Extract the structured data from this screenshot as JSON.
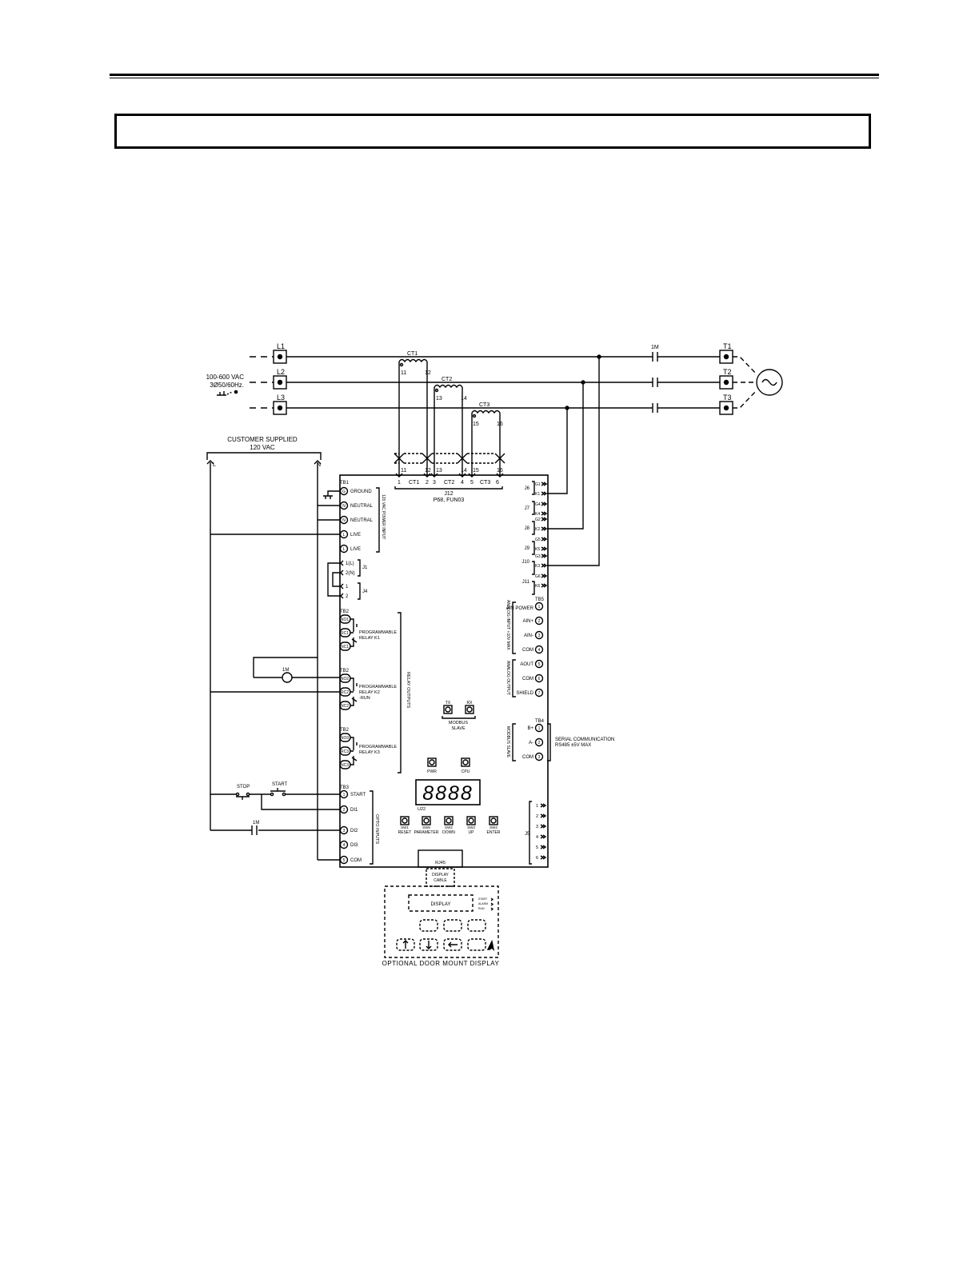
{
  "header": {
    "title_box_text": ""
  },
  "supply": {
    "lines": [
      "L1",
      "L2",
      "L3"
    ],
    "voltage": "100-600 VAC",
    "frequency": "3Ø50/60Hz.",
    "customer_supplied": "CUSTOMER SUPPLIED",
    "customer_voltage": "120 VAC",
    "live_label": "L",
    "neutral_label": "N"
  },
  "motor": {
    "terminals": [
      "T1",
      "T2",
      "T3"
    ],
    "contactor": "1M"
  },
  "cts": {
    "names": [
      "CT1",
      "CT2",
      "CT3"
    ],
    "upper_pins": [
      [
        "11",
        "12"
      ],
      [
        "13",
        "14"
      ],
      [
        "15",
        "16"
      ]
    ],
    "j12_pins": [
      "11",
      "12",
      "13",
      "14",
      "15",
      "16"
    ],
    "j12_numbers": [
      "1",
      "2",
      "3",
      "4",
      "5",
      "6"
    ],
    "j12_names": [
      "CT1",
      "CT2",
      "CT3"
    ],
    "j12_label": "J12",
    "j12_sub": "P68, FUN03"
  },
  "tb1": {
    "label": "TB1",
    "terminals": [
      {
        "sym": "G",
        "name": "GROUND"
      },
      {
        "sym": "N",
        "name": "NEUTRAL"
      },
      {
        "sym": "N",
        "name": "NEUTRAL"
      },
      {
        "sym": "L",
        "name": "LIVE"
      },
      {
        "sym": "L",
        "name": "LIVE"
      }
    ],
    "group": "120 VAC POWER INPUT"
  },
  "jumpers": {
    "j1": "J1",
    "j1_pins": [
      "1(L)",
      "2(N)"
    ],
    "j4": "J4",
    "j4_pins": [
      "1",
      "2"
    ]
  },
  "relays": {
    "tb2": "TB2",
    "group": "RELAY OUTPUTS",
    "blocks": [
      {
        "terms": [
          "NO1",
          "RC1",
          "NC1"
        ],
        "l1": "PROGRAMMABLE",
        "l2": "RELAY K1",
        "l3": ""
      },
      {
        "terms": [
          "NO2",
          "RC2",
          "NC2"
        ],
        "l1": "PROGRAMMABLE",
        "l2": "RELAY K2",
        "l3": "-RUN"
      },
      {
        "terms": [
          "NO3",
          "RC3",
          "NC3"
        ],
        "l1": "PROGRAMMABLE",
        "l2": "RELAY K3",
        "l3": ""
      }
    ],
    "coil": "1M"
  },
  "tb3": {
    "label": "TB3",
    "terminals": [
      {
        "num": "1",
        "name": "START"
      },
      {
        "num": "2",
        "name": "DI1"
      },
      {
        "num": "3",
        "name": "DI2"
      },
      {
        "num": "4",
        "name": "DI3"
      },
      {
        "num": "5",
        "name": "COM"
      }
    ],
    "group": "OPTO INPUTS",
    "stop": "STOP",
    "start": "START",
    "contact": "1M"
  },
  "ct_jacks": {
    "names": [
      "J6",
      "J7",
      "J8",
      "J9",
      "J10",
      "J11"
    ],
    "pins": [
      "G1",
      "K1",
      "G4",
      "K4",
      "G2",
      "K2",
      "G5",
      "K5",
      "G3",
      "K3",
      "G6",
      "K6"
    ]
  },
  "tb5": {
    "label": "TB5",
    "terminals": [
      {
        "num": "1",
        "name": "AIN POWER"
      },
      {
        "num": "2",
        "name": "AIN+"
      },
      {
        "num": "3",
        "name": "AIN-"
      },
      {
        "num": "4",
        "name": "COM"
      },
      {
        "num": "5",
        "name": "AOUT"
      },
      {
        "num": "6",
        "name": "COM"
      },
      {
        "num": "7",
        "name": "SHIELD"
      }
    ],
    "analog_in": "ANALOG INPUT +10V MAX",
    "analog_out": "ANALOG OUTPUT"
  },
  "tb4": {
    "label": "TB4",
    "terminals": [
      {
        "num": "1",
        "name": "B+"
      },
      {
        "num": "2",
        "name": "A-"
      },
      {
        "num": "3",
        "name": "COM"
      }
    ],
    "group": "MODBUS SLAVE",
    "serial_1": "SERIAL COMMUNICATION",
    "serial_2": "RS485 ±5V MAX"
  },
  "leds": {
    "tx": "TX",
    "rx": "RX",
    "modbus_1": "MODBUS",
    "modbus_2": "SLAVE",
    "pwr": "PWR",
    "cpu": "CPU"
  },
  "display": {
    "chip": "U22",
    "digits": "8888"
  },
  "switches": [
    {
      "id": "SW1",
      "name": "RESET"
    },
    {
      "id": "SW5",
      "name": "PARAMETER"
    },
    {
      "id": "SW2",
      "name": "DOWN"
    },
    {
      "id": "SW3",
      "name": "UP"
    },
    {
      "id": "SW4",
      "name": "ENTER"
    }
  ],
  "j5": {
    "label": "J5",
    "pins": [
      "1",
      "2",
      "3",
      "4",
      "5",
      "6"
    ]
  },
  "rj45": "RJ45",
  "cable": {
    "l1": "DISPLAY",
    "l2": "CABLE"
  },
  "door_display": {
    "display": "DISPLAY",
    "leds": [
      "START",
      "ALARM",
      "RUN"
    ],
    "caption": "OPTIONAL DOOR MOUNT DISPLAY"
  }
}
